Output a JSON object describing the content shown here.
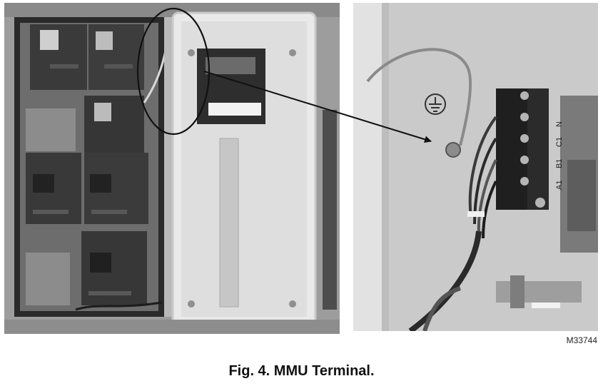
{
  "figure": {
    "caption": "Fig. 4. MMU Terminal.",
    "figure_id": "M33744"
  },
  "closeup": {
    "terminal_labels": [
      "N",
      "C1",
      "B1",
      "A1"
    ]
  },
  "icons": {
    "ground": "ground-symbol-icon"
  }
}
